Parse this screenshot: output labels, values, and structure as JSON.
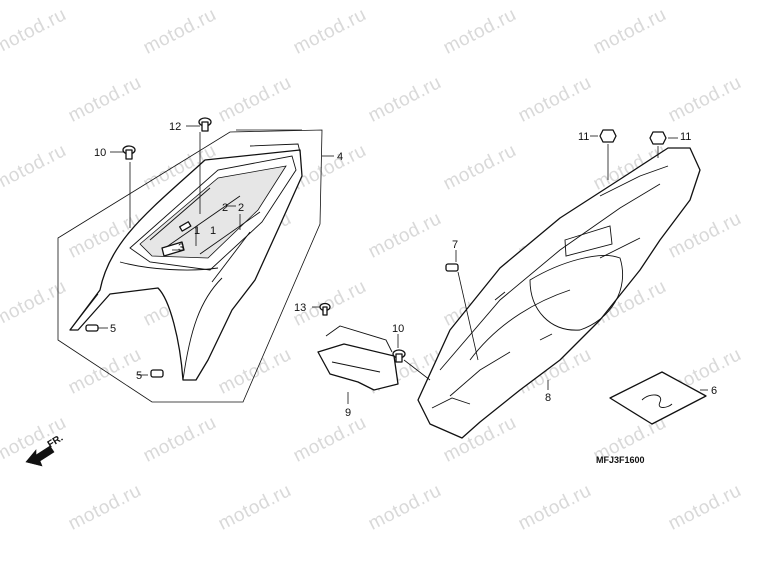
{
  "watermark_text": "motod.ru",
  "diagram_code": "MFJ3F1600",
  "direction_label": "FR.",
  "callouts": {
    "c1a": "1",
    "c1b": "1",
    "c2a": "2",
    "c2b": "2",
    "c3": "3",
    "c4": "4",
    "c5a": "5",
    "c5b": "5",
    "c6": "6",
    "c7": "7",
    "c8": "8",
    "c9": "9",
    "c10a": "10",
    "c10b": "10",
    "c11a": "11",
    "c11b": "11",
    "c12": "12",
    "c13": "13"
  },
  "colors": {
    "line": "#111111",
    "watermark": "#d9d9d9",
    "background": "#ffffff"
  }
}
